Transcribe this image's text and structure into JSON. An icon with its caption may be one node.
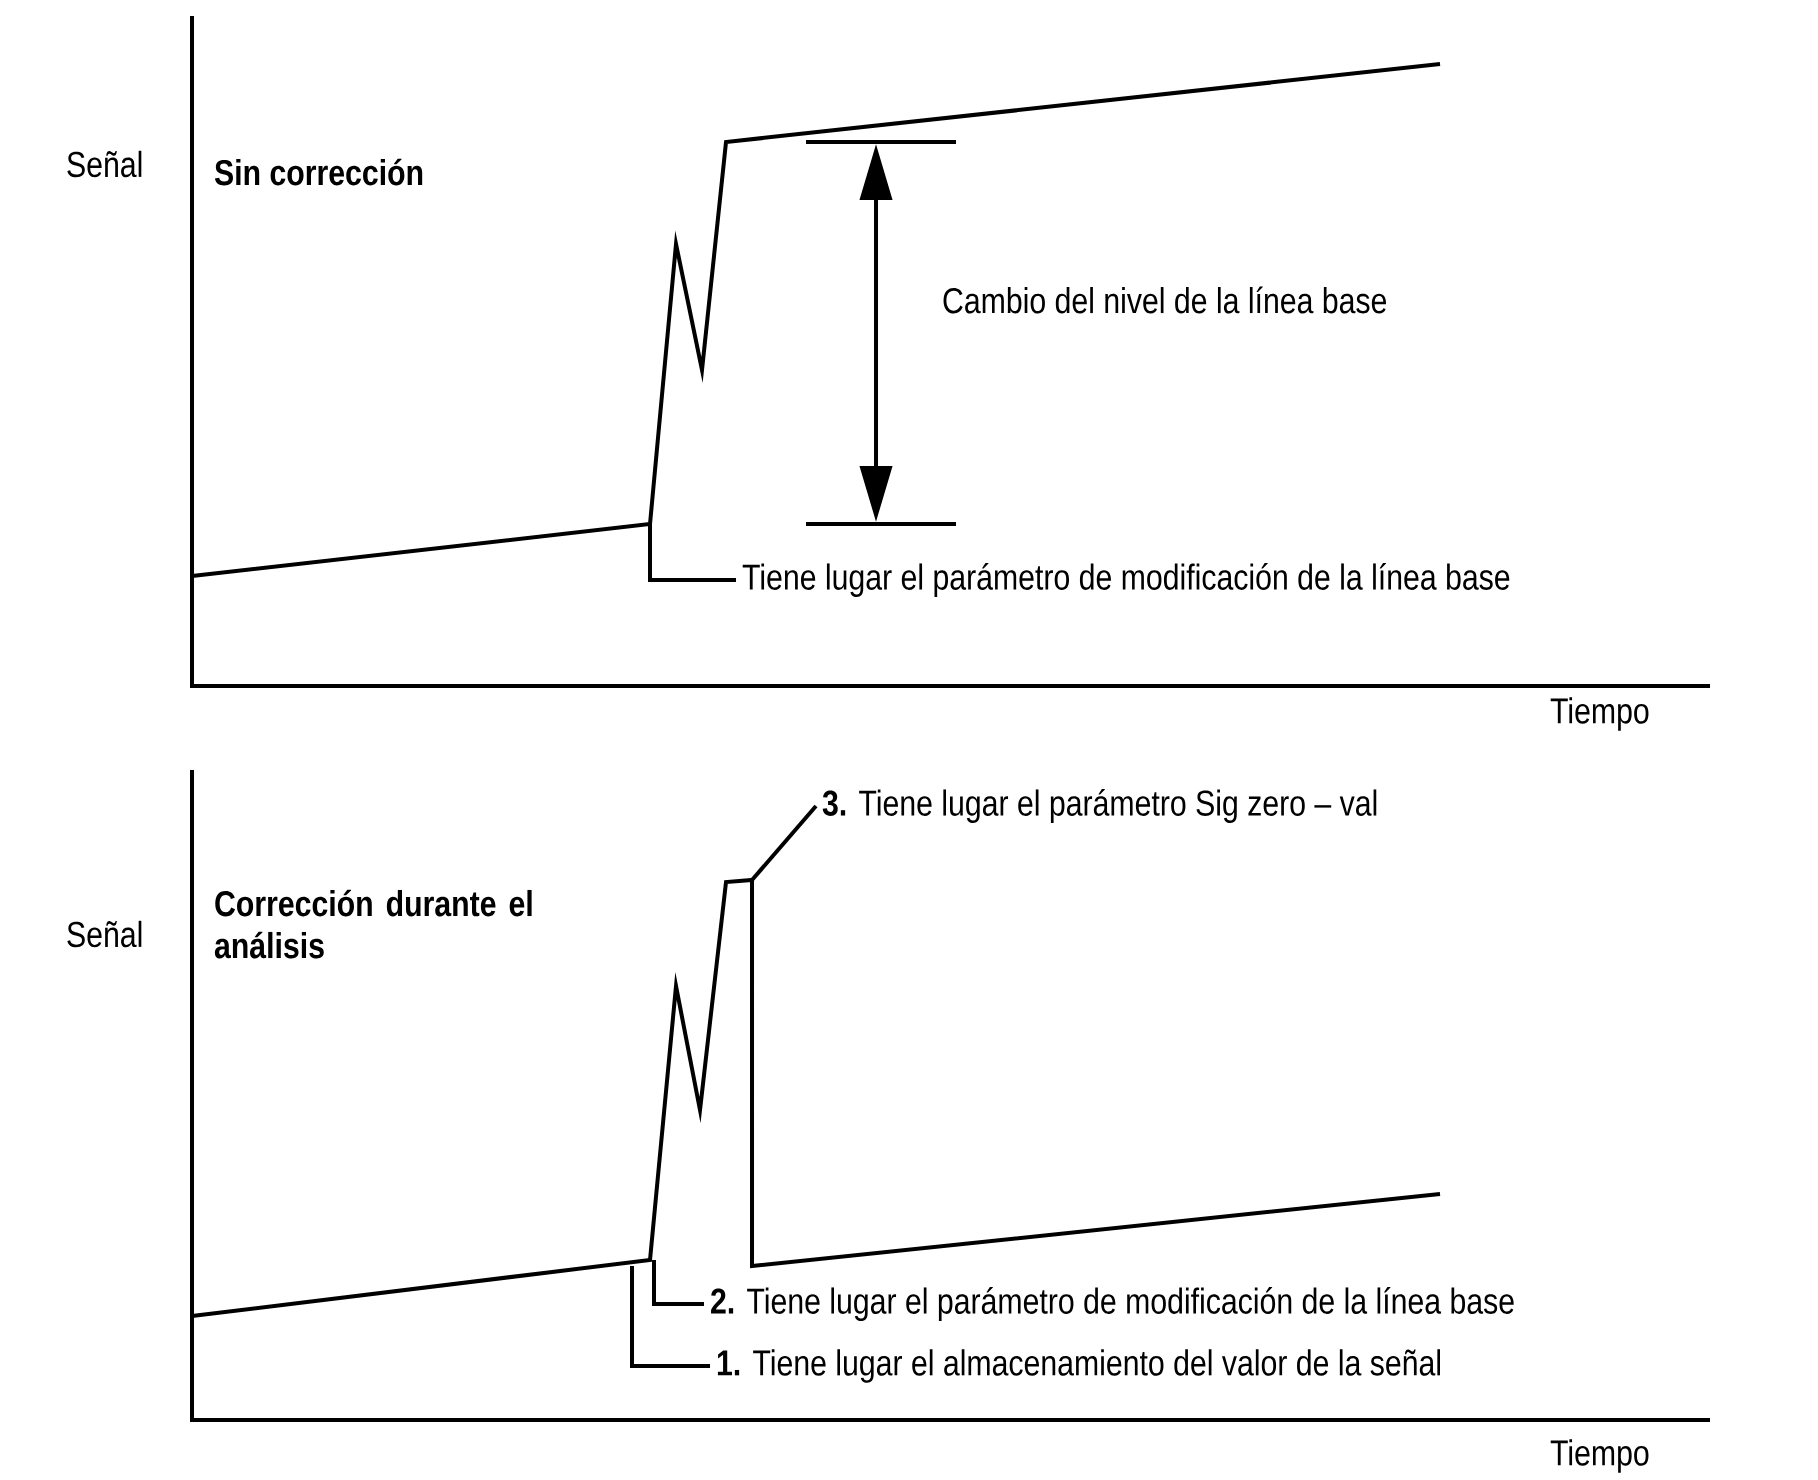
{
  "diagram": {
    "nodes": [
      {
        "text": [
          "Tiene lugar el parámetro de modificación de la línea base"
        ]
      },
      {
        "text": [
          "**3.** Tiene lugar el parámetro Sig zero – val"
        ]
      },
      {
        "text": [
          "**2.** Tiene lugar el parámetro de modificación de la línea base"
        ]
      },
      {
        "text": [
          "**1.** Tiene lugar el almacenamiento del valor de la señal"
        ]
      }
    ],
    "edges": [
      {
        "from": 0,
        "to": null,
        "arrow": "none"
      },
      {
        "from": 1,
        "to": null,
        "arrow": "none"
      },
      {
        "from": 2,
        "to": null,
        "arrow": "none"
      },
      {
        "from": 3,
        "to": null,
        "arrow": "none"
      }
    ],
    "labels": [
      "Señal",
      "Sin corrección",
      "Cambio del nivel de la línea base",
      "Tiempo",
      "Corrección durante el análisis",
      "Señal",
      "Tiempo"
    ]
  }
}
